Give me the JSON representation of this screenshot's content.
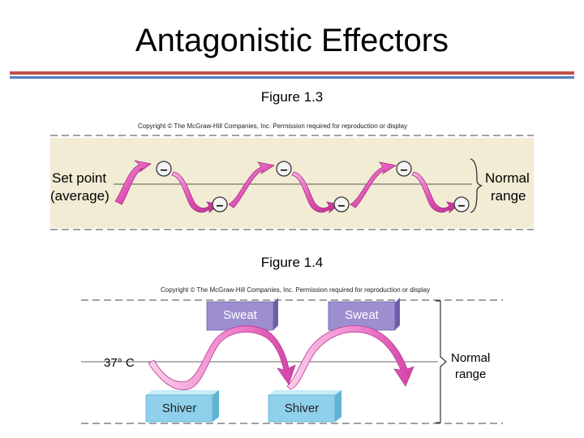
{
  "slide_title": "Antagonistic Effectors",
  "figure1": {
    "caption": "Figure 1.3",
    "copyright": "Copyright © The McGraw-Hill Companies, Inc. Permission required for reproduction or display",
    "set_point_line1": "Set point",
    "set_point_line2": "(average)",
    "normal_line1": "Normal",
    "normal_line2": "range",
    "minus_sign": "–"
  },
  "figure2": {
    "caption": "Figure 1.4",
    "copyright": "Copyright © The McGraw-Hill Companies, Inc. Permission required for reproduction or display",
    "temp_label": "37° C",
    "sweat_label": "Sweat",
    "shiver_label": "Shiver",
    "normal_line1": "Normal",
    "normal_line2": "range"
  },
  "colors": {
    "rule_red": "#c0504d",
    "rule_blue": "#4f81bd",
    "panel_bg": "#f2ecd5",
    "arrow_pink": "#e255b8",
    "sweat_box": "#9d8fcf",
    "shiver_box": "#8fd0ea"
  }
}
